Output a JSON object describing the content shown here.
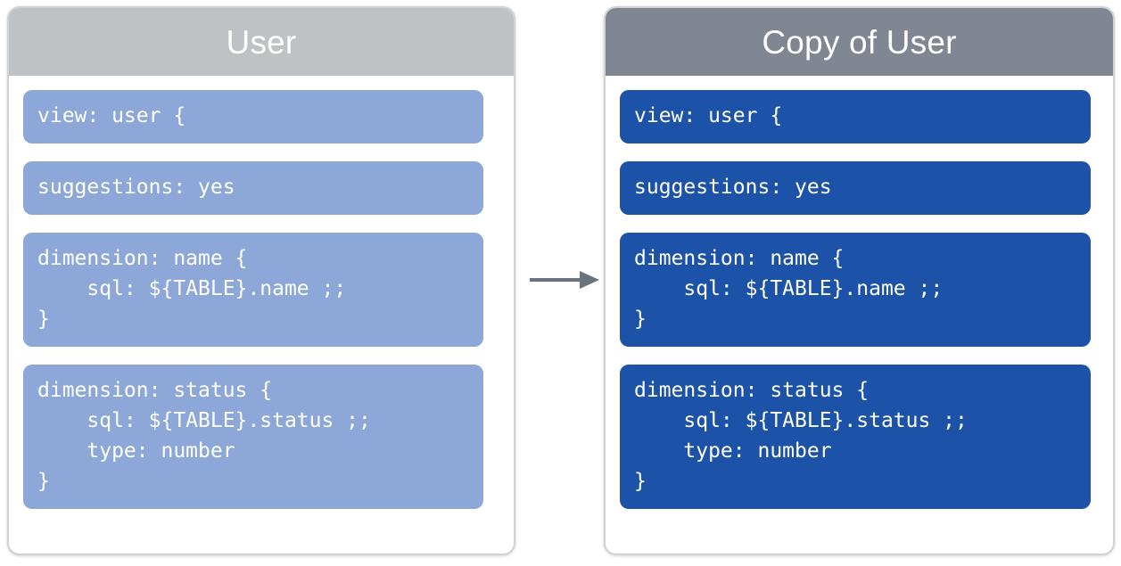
{
  "diagram": {
    "type": "copy-view-diagram",
    "colors": {
      "left_header_bg": "#bfc2c5",
      "right_header_bg": "#808692",
      "left_block_bg": "#8da8d8",
      "right_block_bg": "#1c52a8",
      "card_border": "#cfd2d6",
      "arrow": "#6b727e",
      "block_text": "#ffffff",
      "header_text": "#ffffff",
      "page_bg": "#ffffff"
    },
    "arrow": {
      "name": "copy-arrow",
      "direction": "right",
      "from": "source-card",
      "to": "copy-card"
    },
    "cards": [
      {
        "id": "source-card",
        "title": "User",
        "blocks": [
          {
            "id": "view-block",
            "text": "view: user {"
          },
          {
            "id": "suggestions-block",
            "text": "suggestions: yes"
          },
          {
            "id": "dimension-name-block",
            "text": "dimension: name {\n    sql: ${TABLE}.name ;;\n}"
          },
          {
            "id": "dimension-status-block",
            "text": "dimension: status {\n    sql: ${TABLE}.status ;;\n    type: number\n}"
          }
        ]
      },
      {
        "id": "copy-card",
        "title": "Copy of User",
        "blocks": [
          {
            "id": "view-block",
            "text": "view: user {"
          },
          {
            "id": "suggestions-block",
            "text": "suggestions: yes"
          },
          {
            "id": "dimension-name-block",
            "text": "dimension: name {\n    sql: ${TABLE}.name ;;\n}"
          },
          {
            "id": "dimension-status-block",
            "text": "dimension: status {\n    sql: ${TABLE}.status ;;\n    type: number\n}"
          }
        ]
      }
    ]
  }
}
